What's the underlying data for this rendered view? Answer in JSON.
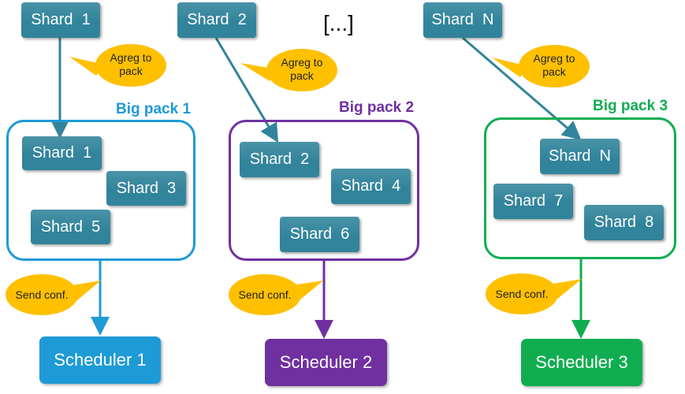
{
  "ellipsis": "[...]",
  "colors": {
    "shard": "#31849b",
    "pack1": "#1e9ad6",
    "pack2": "#7030a0",
    "pack3": "#10ad50",
    "callout": "#ffc000",
    "arrow_source": "#31849b"
  },
  "sources": [
    {
      "label": "Shard  1"
    },
    {
      "label": "Shard  2"
    },
    {
      "label": "Shard  N"
    }
  ],
  "callouts": {
    "aggregate": [
      "Agreg to\npack",
      "Agreg to\npack",
      "Agreg to\npack"
    ],
    "send": [
      "Send conf.",
      "Send conf.",
      "Send conf."
    ]
  },
  "packs": [
    {
      "title": "Big pack 1",
      "shards": [
        "Shard  1",
        "Shard  3",
        "Shard  5"
      ],
      "scheduler": "Scheduler 1"
    },
    {
      "title": "Big pack 2",
      "shards": [
        "Shard  2",
        "Shard  4",
        "Shard  6"
      ],
      "scheduler": "Scheduler 2"
    },
    {
      "title": "Big pack 3",
      "shards": [
        "Shard  N",
        "Shard  7",
        "Shard  8"
      ],
      "scheduler": "Scheduler 3"
    }
  ]
}
